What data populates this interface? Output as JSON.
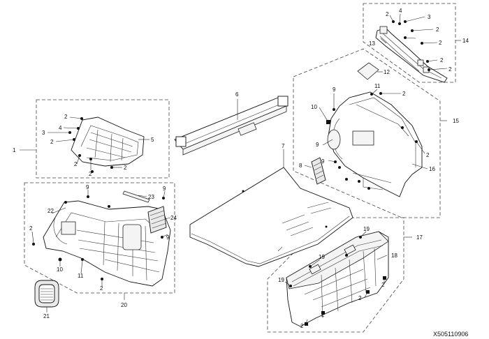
{
  "drawing_code": "X505110906",
  "callouts": {
    "c1": "1",
    "c2": "2",
    "c3": "3",
    "c4": "4",
    "c5": "5",
    "c6": "6",
    "c7": "7",
    "c8": "8",
    "c9": "9",
    "c10": "10",
    "c11": "11",
    "c12": "12",
    "c13": "13",
    "c14": "14",
    "c15": "15",
    "c16": "16",
    "c17": "17",
    "c18": "18",
    "c19": "19",
    "c20": "20",
    "c21": "21",
    "c22": "22",
    "c23": "23",
    "c24": "24"
  }
}
